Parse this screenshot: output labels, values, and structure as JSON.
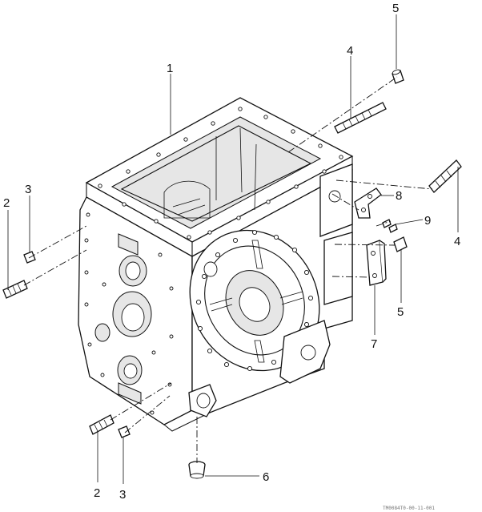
{
  "callouts": [
    {
      "id": "c1",
      "label": "1"
    },
    {
      "id": "c2a",
      "label": "2"
    },
    {
      "id": "c2b",
      "label": "2"
    },
    {
      "id": "c3a",
      "label": "3"
    },
    {
      "id": "c3b",
      "label": "3"
    },
    {
      "id": "c4a",
      "label": "4"
    },
    {
      "id": "c4b",
      "label": "4"
    },
    {
      "id": "c5a",
      "label": "5"
    },
    {
      "id": "c5b",
      "label": "5"
    },
    {
      "id": "c6",
      "label": "6"
    },
    {
      "id": "c7",
      "label": "7"
    },
    {
      "id": "c8",
      "label": "8"
    },
    {
      "id": "c9",
      "label": "9"
    }
  ],
  "document_code": "TM0084T0-00-11-001"
}
